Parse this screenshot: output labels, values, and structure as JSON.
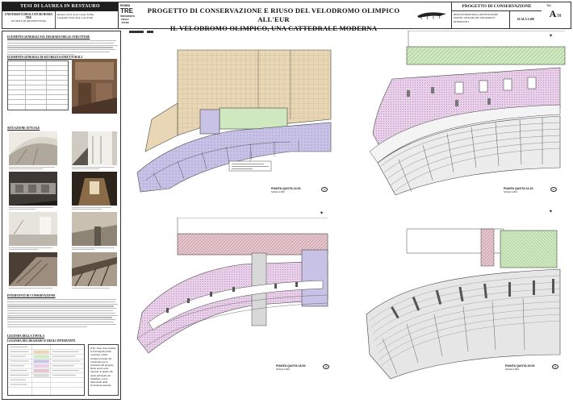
{
  "header": {
    "thesis_label": "TESI DI LAUREA IN RESTAURO",
    "university": "UNIVERSITÀ DEGLI STUDI ROMA TRE",
    "faculty": "FACOLTÀ DI ARCHITETTURA",
    "relatore": "Relatore: Prof. Arch. Cesare Feiffer",
    "laureandi": "Laureandi: Paolo Rosi, Luca Prutti",
    "logo_line1": "ROMA",
    "logo_line2": "TRE",
    "logo_line3": "UNIVERSITÀ DEGLI STUDI",
    "title_line1": "PROGETTO DI CONSERVAZIONE E RIUSO DEL VELODROMO OLIMPICO ALL'EUR",
    "title_line2": "IL VELODROMO OLIMPICO, UNA CATTEDRALE MODERNA",
    "project_type": "PROGETTO DI CONSERVAZIONE",
    "description": "DISEGNI PRINCIPALI, RESTITUZIONE PIANTE, ANALISI DEL DEGRADO E INTERVENTI",
    "scale": "SCALA 1:200",
    "tav_label": "Tav.",
    "tav_letter": "A",
    "tav_number": "38"
  },
  "left": {
    "intro_title": "ELEMENTI GENERALI SUL DEGRADO DELLE STRUTTURE",
    "table_title": "ELEMENTI GENERALI DI SICUREZZA STRUTTURALI",
    "photos_title": "SITUAZIONE ATTUALE",
    "interventions_title": "INTERVENTI DI CONSERVAZIONE",
    "legend_title": "LEGENDA DELLA TAVOLA",
    "legend_subtitle": "LEGENDA DEL DEGRADO E DEGLI INTERVENTI",
    "note": "N.B.: Sono state studiate le fasi degrado della copertura e delle strutture portanti del velodromo per la redazione del progetto. Nella tavola sono riportate le piante alle quote principali del manufatto con le indicazioni delle lavorazioni previste."
  },
  "plans": [
    {
      "label": "PIANTA QUOTA 13.00",
      "scale": "SCALA 1:200",
      "code": "13"
    },
    {
      "label": "PIANTA QUOTA 22.20",
      "scale": "SCALA 1:200",
      "code": "22"
    },
    {
      "label": "PIANTA QUOTA 18.00",
      "scale": "SCALA 1:200",
      "code": "18"
    },
    {
      "label": "PIANTA QUOTA 25.00",
      "scale": "SCALA 1:200",
      "code": "25"
    }
  ],
  "colors": {
    "ochre": "#e9d6b4",
    "green": "#cfe8bf",
    "lavender": "#c8c2e6",
    "pink": "#e9cfe9",
    "rose": "#e3c5cb",
    "line": "#444444"
  }
}
